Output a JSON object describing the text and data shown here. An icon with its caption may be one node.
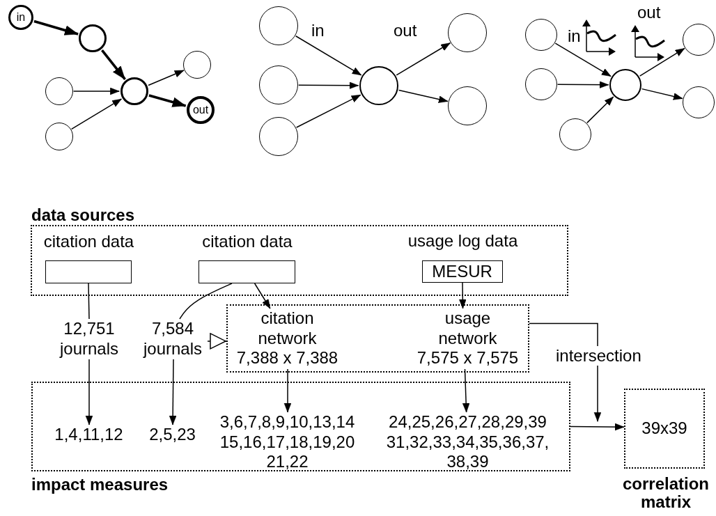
{
  "diagram": {
    "nodes": [
      {
        "text": [
          "in"
        ]
      },
      {
        "text": [],
        "shape": "circle"
      },
      {
        "text": [],
        "shape": "circle"
      },
      {
        "text": [],
        "shape": "circle"
      },
      {
        "text": [],
        "shape": "circle"
      },
      {
        "text": [
          "out"
        ]
      },
      {
        "text": [],
        "shape": "circle"
      },
      {
        "text": [],
        "shape": "circle"
      },
      {
        "text": [],
        "shape": "circle"
      },
      {
        "text": [],
        "shape": "circle"
      },
      {
        "text": [],
        "shape": "circle"
      },
      {
        "text": [],
        "shape": "circle"
      },
      {
        "text": [],
        "shape": "circle"
      },
      {
        "text": [],
        "shape": "circle"
      },
      {
        "text": [],
        "shape": "circle"
      },
      {
        "text": [],
        "shape": "circle"
      },
      {
        "text": [],
        "shape": "circle"
      },
      {
        "text": [],
        "shape": "circle"
      },
      {
        "text": [],
        "shape": "circle"
      },
      {
        "text": [
          "data sources"
        ]
      },
      {
        "text": [],
        "shape": "box",
        "in": 19,
        "beside": [
          "citation data"
        ]
      },
      {
        "text": [],
        "shape": "box",
        "in": 19,
        "beside": [
          "citation data"
        ]
      },
      {
        "text": [
          "MESUR"
        ],
        "in": 19,
        "beside": [
          "usage log data"
        ]
      },
      {
        "text": [
          "12,751 journals"
        ]
      },
      {
        "text": [
          "7,584 journals"
        ]
      },
      {
        "text": [],
        "shape": "box"
      },
      {
        "text": [
          "citation network 7,388 x 7,388"
        ],
        "in": 25
      },
      {
        "text": [
          "usage network 7,575 x 7,575"
        ],
        "in": 25
      },
      {
        "text": [
          "impact measures"
        ]
      },
      {
        "text": [
          "1,4,11,12"
        ],
        "in": 28
      },
      {
        "text": [
          "2,5,23"
        ],
        "in": 28
      },
      {
        "text": [
          "3,6,7,8,9,10,13,14 15,16,17,18,19,20 21,22"
        ],
        "in": 28
      },
      {
        "text": [
          "24,25,26,27,28,29,39 31,32,33,34,35,36,37, 38,39"
        ],
        "in": 28
      },
      {
        "text": [
          "39x39",
          "correlation matrix"
        ]
      }
    ],
    "edges": [
      {
        "from": 0,
        "to": 1,
        "arrow": "to",
        "style": "thick"
      },
      {
        "from": 1,
        "to": 4,
        "arrow": "to",
        "style": "thick"
      },
      {
        "from": 3,
        "to": 4,
        "arrow": "to"
      },
      {
        "from": 6,
        "to": 4,
        "arrow": "to"
      },
      {
        "from": 4,
        "to": 2,
        "arrow": "to"
      },
      {
        "from": 4,
        "to": 5,
        "arrow": "to",
        "style": "thick"
      },
      {
        "from": 7,
        "to": 10,
        "arrow": "to"
      },
      {
        "from": 8,
        "to": 10,
        "arrow": "to"
      },
      {
        "from": 9,
        "to": 10,
        "arrow": "to"
      },
      {
        "from": 10,
        "to": 11,
        "arrow": "to"
      },
      {
        "from": 10,
        "to": 12,
        "arrow": "to"
      },
      {
        "from": 13,
        "to": 16,
        "arrow": "to"
      },
      {
        "from": 14,
        "to": 16,
        "arrow": "to"
      },
      {
        "from": 15,
        "to": 16,
        "arrow": "to"
      },
      {
        "from": 16,
        "to": 17,
        "arrow": "to"
      },
      {
        "from": 16,
        "to": 18,
        "arrow": "to"
      },
      {
        "from": 20,
        "to": 23,
        "arrow": "none"
      },
      {
        "from": 23,
        "to": 29,
        "arrow": "to"
      },
      {
        "from": 21,
        "to": 24,
        "arrow": "none"
      },
      {
        "from": 24,
        "to": 30,
        "arrow": "to"
      },
      {
        "from": 21,
        "to": 26,
        "arrow": "to"
      },
      {
        "from": 22,
        "to": 27,
        "arrow": "to"
      },
      {
        "from": 24,
        "to": 25,
        "arrow": "to"
      },
      {
        "from": 26,
        "to": 31,
        "arrow": "to"
      },
      {
        "from": 27,
        "to": 32,
        "arrow": "to"
      },
      {
        "from": 28,
        "to": 33,
        "arrow": "to"
      },
      {
        "from": 25,
        "to": 33,
        "arrow": "to",
        "label": "intersection"
      }
    ],
    "labels": [
      "in",
      "out",
      "in",
      "out"
    ]
  }
}
